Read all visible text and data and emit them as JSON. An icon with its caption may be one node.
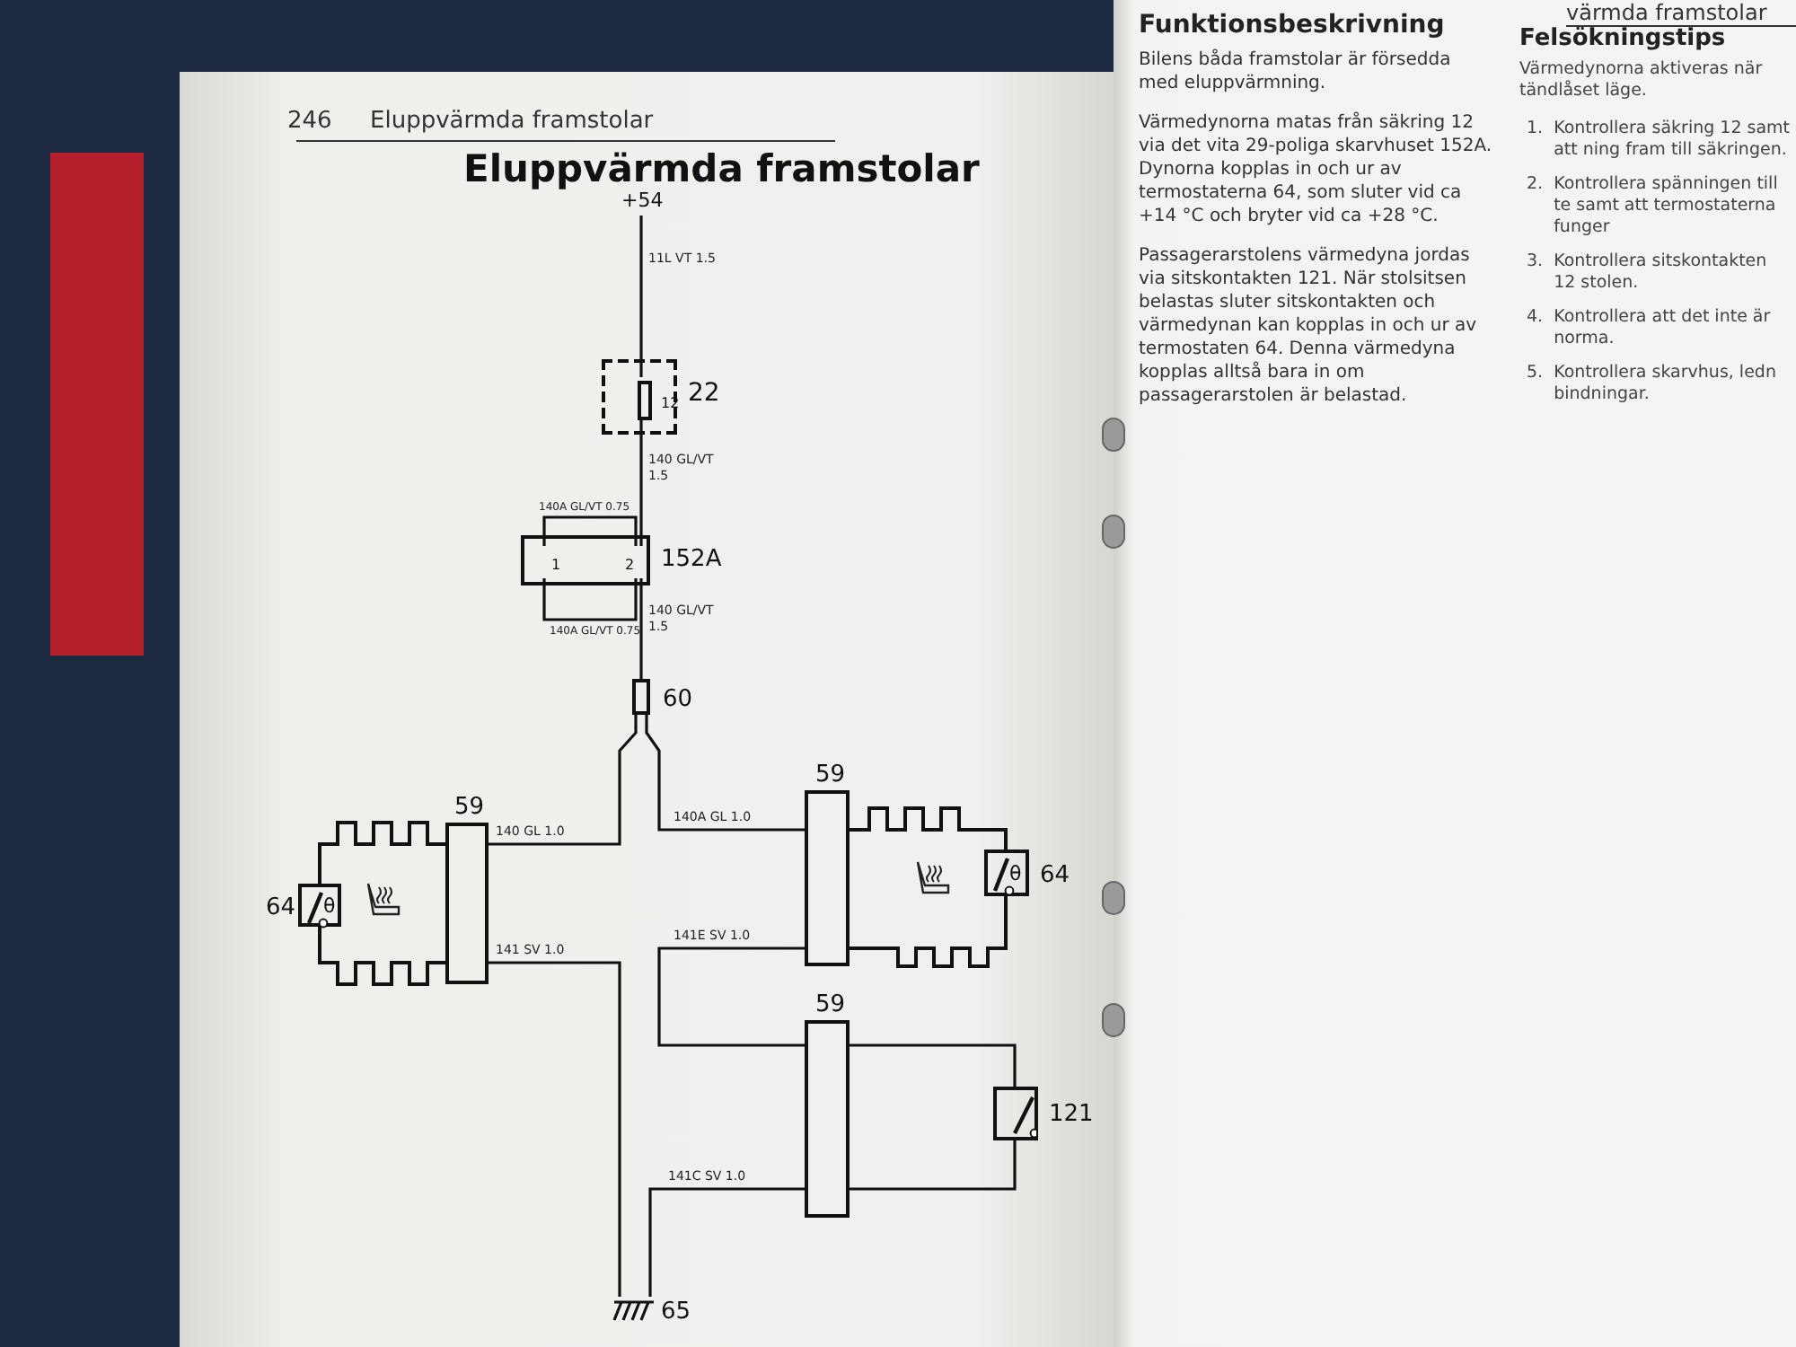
{
  "diagram": {
    "title": "Eluppvärmda framstolar",
    "nodes": [
      {
        "text": [
          "+54"
        ]
      },
      {
        "text": [
          "22"
        ]
      },
      {
        "text": [
          "12"
        ],
        "in": 1
      },
      {
        "text": [
          "152A"
        ]
      },
      {
        "text": [
          "2"
        ],
        "in": 3
      },
      {
        "text": [
          "1"
        ],
        "in": 3
      },
      {
        "text": [
          "60"
        ]
      },
      {
        "text": [
          "59"
        ]
      },
      {
        "text": [
          "64",
          "θ"
        ]
      },
      {
        "text": [
          "59"
        ]
      },
      {
        "text": [
          "θ",
          "64"
        ]
      },
      {
        "text": [
          "59"
        ]
      },
      {
        "text": [
          "121"
        ]
      },
      {
        "text": [
          "65"
        ]
      }
    ],
    "edges": [
      {
        "from": 0,
        "to": 2,
        "arrow": "none",
        "label": "11L VT 1.5"
      },
      {
        "from": 2,
        "to": 4,
        "arrow": "none",
        "label": "140 GL/VT 1.5"
      },
      {
        "from": 4,
        "to": 5,
        "arrow": "none",
        "label": "140A GL/VT 0.75"
      },
      {
        "from": 5,
        "to": 4,
        "arrow": "none",
        "label": "140A GL/VT 0.75"
      },
      {
        "from": 4,
        "to": 6,
        "arrow": "none",
        "label": "140 GL/VT 1.5"
      },
      {
        "from": 6,
        "to": 7,
        "arrow": "none",
        "label": "140 GL 1.0"
      },
      {
        "from": 6,
        "to": 9,
        "arrow": "none",
        "label": "140A GL 1.0"
      },
      {
        "from": 7,
        "to": 13,
        "arrow": "none",
        "label": "141 SV 1.0"
      },
      {
        "from": 9,
        "to": 11,
        "arrow": "none",
        "label": "141E SV 1.0"
      },
      {
        "from": 11,
        "to": 12,
        "arrow": "none"
      },
      {
        "from": 12,
        "to": 11,
        "arrow": "none"
      },
      {
        "from": 11,
        "to": 13,
        "arrow": "none",
        "label": "141C SV 1.0"
      },
      {
        "from": 7,
        "to": 8,
        "arrow": "none"
      },
      {
        "from": 8,
        "to": 7,
        "arrow": "none"
      },
      {
        "from": 9,
        "to": 10,
        "arrow": "none"
      },
      {
        "from": 10,
        "to": 9,
        "arrow": "none"
      }
    ],
    "labels": [
      "246",
      "Eluppvärmda framstolar",
      "Funktionsbeskrivning",
      "Bilens båda framstolar är försedda med eluppvärmning.",
      "Värmedynorna matas från säkring 12 via det vita 29-poliga skarvhuset 152A. Dynorna kopplas in och ur av termostaterna 64, som sluter vid ca +14 °C och bryter vid ca +28 °C.",
      "Passagerarstolens värmedyna jordas via sitskontakten 121. När stolsitsen belastas sluter sitskontakten och värmedynan kan kopplas in och ur av termostaten 64. Denna värmedyna kopplas alltså bara in om passagerarstolen är belastad.",
      "värmda framstolar",
      "Felsökningstips",
      "Värmedynorna aktiveras när tändlåset läge.",
      "1.",
      "Kontrollera säkring 12 samt att ning fram till säkringen.",
      "2.",
      "Kontrollera spänningen till te samt att termostaterna funger",
      "3.",
      "Kontrollera sitskontakten 12 stolen.",
      "4.",
      "Kontrollera att det inte är norma.",
      "5.",
      "Kontrollera skarvhus, ledn bindningar."
    ]
  }
}
